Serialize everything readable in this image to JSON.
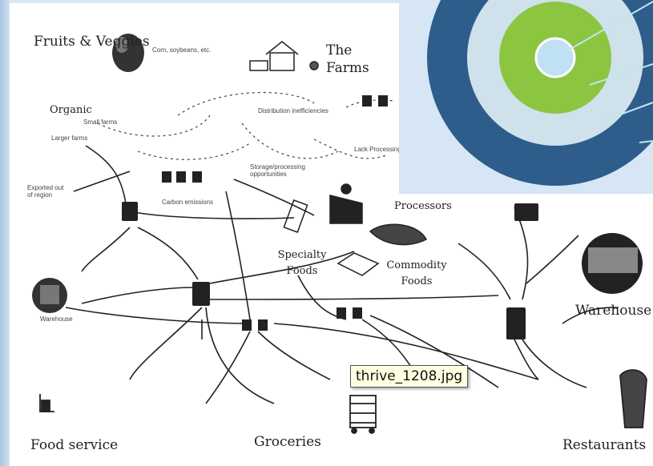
{
  "tooltip": {
    "text": "thrive_1208.jpg"
  },
  "diagram": {
    "headings": {
      "fruits_veggies": "Fruits & Veggies",
      "the_farms": "The Farms",
      "organic": "Organic",
      "processors": "Processors",
      "specialty_foods": "Specialty Foods",
      "commodity_foods": "Commodity Foods",
      "warehouse": "Warehouse",
      "food_service": "Food service",
      "groceries": "Groceries",
      "restaurants": "Restaurants"
    },
    "notes": {
      "corn_soybeans": "Corn, soybeans, etc.",
      "small_farms": "Small farms",
      "larger_farms": "Larger farms",
      "distribution_inefficiencies": "Distribution inefficiencies",
      "lack_processing": "Lack Processing",
      "excess_veggies": "Exported out of region",
      "carbon_emissions": "Carbon emissions",
      "storage_spoilage": "Storage/processing opportunities",
      "warehouse_small": "Warehouse"
    }
  },
  "slide": {
    "rings": [
      {
        "name": "outer",
        "color": "#2e5d8c"
      },
      {
        "name": "second",
        "color": "#cfe1ea"
      },
      {
        "name": "third",
        "color": "#8cc540"
      },
      {
        "name": "center",
        "color": "#bfe0f5"
      }
    ]
  }
}
